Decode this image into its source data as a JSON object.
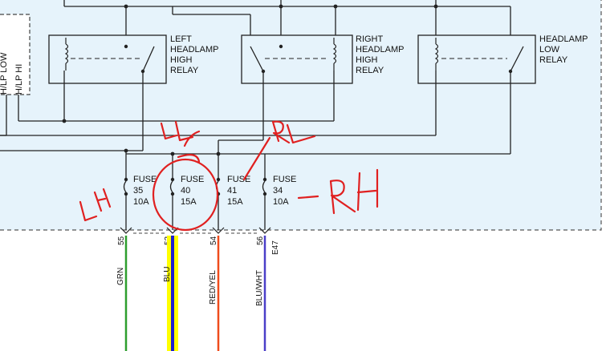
{
  "switch_labels": {
    "low": "H/LP LOW",
    "hi": "H/LP HI"
  },
  "relays": [
    {
      "line1": "LEFT",
      "line2": "HEADLAMP",
      "line3": "HIGH",
      "line4": "RELAY"
    },
    {
      "line1": "RIGHT",
      "line2": "HEADLAMP",
      "line3": "HIGH",
      "line4": "RELAY"
    },
    {
      "line1": "HEADLAMP",
      "line2": "LOW",
      "line3": "RELAY",
      "line4": ""
    }
  ],
  "fuses": [
    {
      "label": "FUSE",
      "number": "35",
      "rating": "10A"
    },
    {
      "label": "FUSE",
      "number": "40",
      "rating": "15A"
    },
    {
      "label": "FUSE",
      "number": "41",
      "rating": "15A"
    },
    {
      "label": "FUSE",
      "number": "34",
      "rating": "10A"
    }
  ],
  "pins": [
    "55",
    "52",
    "54",
    "56"
  ],
  "connector_id": "E47",
  "wires": [
    {
      "name": "GRN",
      "color": "#2e9e2e"
    },
    {
      "name": "BLU",
      "color": "#1e1ed0",
      "highlight": "#ffff00"
    },
    {
      "name": "RED/YEL",
      "color": "#ef4c1c"
    },
    {
      "name": "BLU/WHT",
      "color": "#4a3fc8"
    }
  ],
  "annotations": {
    "lh": "LH",
    "ll": "LL",
    "rl": "RL",
    "rh": "-RH"
  },
  "colors": {
    "panel_bg": "#e6f3fb",
    "annotation": "#e02020"
  }
}
